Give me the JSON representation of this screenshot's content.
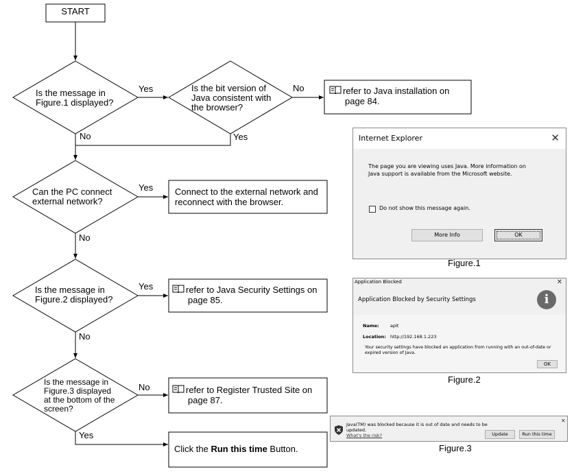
{
  "start_label": "START",
  "decisions": {
    "d1": [
      "Is the message in",
      "Figure.1 displayed?"
    ],
    "d2": [
      "Is the bit version of",
      "Java consistent with",
      "the browser?"
    ],
    "d3": [
      "Can the PC connect",
      "external network?"
    ],
    "d4": [
      "Is the message in",
      "Figure.2 displayed?"
    ],
    "d5": [
      "Is the message in",
      "Figure.3 displayed",
      "at the bottom of the",
      "screen?"
    ]
  },
  "edge_labels": {
    "d1_yes": "Yes",
    "d1_no": "No",
    "d2_no": "No",
    "d2_yes": "Yes",
    "d3_yes": "Yes",
    "d3_no": "No",
    "d4_yes": "Yes",
    "d4_no": "No",
    "d5_no": "No",
    "d5_yes": "Yes"
  },
  "actions": {
    "java_install": [
      "refer to Java installation on",
      "page 84."
    ],
    "connect_network": [
      "Connect to the external network and",
      "reconnect with the browser."
    ],
    "java_security": [
      "refer to Java Security Settings on",
      "page 85."
    ],
    "trusted_site": [
      "refer to Register Trusted Site on",
      "page 87."
    ],
    "run_this_time": {
      "before": "Click the ",
      "bold": "Run this time",
      "after": " Button."
    }
  },
  "icons": {
    "book": "book-pencil-icon",
    "close": "close-icon",
    "info": "info-icon",
    "shield": "shield-icon"
  },
  "figure1": {
    "title": "Internet Explorer",
    "message_line1": "The page you are viewing uses Java. More information on",
    "message_line2": "Java support is available from the Microsoft website.",
    "checkbox_label": "Do not show this message again.",
    "more_info_button": "More Info",
    "ok_button": "OK",
    "caption": "Figure.1"
  },
  "figure2": {
    "window_title": "Application Blocked",
    "heading": "Application Blocked by Security Settings",
    "name_label": "Name:",
    "name_value": "aplt",
    "location_label": "Location:",
    "location_value": "http://192.168.1.223",
    "message_line1": "Your security settings have blocked an application from running with an out-of-date or",
    "message_line2": "expired version of Java.",
    "ok_button": "OK",
    "caption": "Figure.2"
  },
  "figure3": {
    "message_line1": "Java(TM) was blocked because it is out of date and needs to be",
    "message_line2": "updated.",
    "link": "What's the risk?",
    "update_button": "Update",
    "run_button": "Run this time",
    "caption": "Figure.3"
  },
  "colors": {
    "line": "#000000",
    "dialog_bg": "#f0f0f0",
    "button_bg": "#e1e1e1"
  }
}
